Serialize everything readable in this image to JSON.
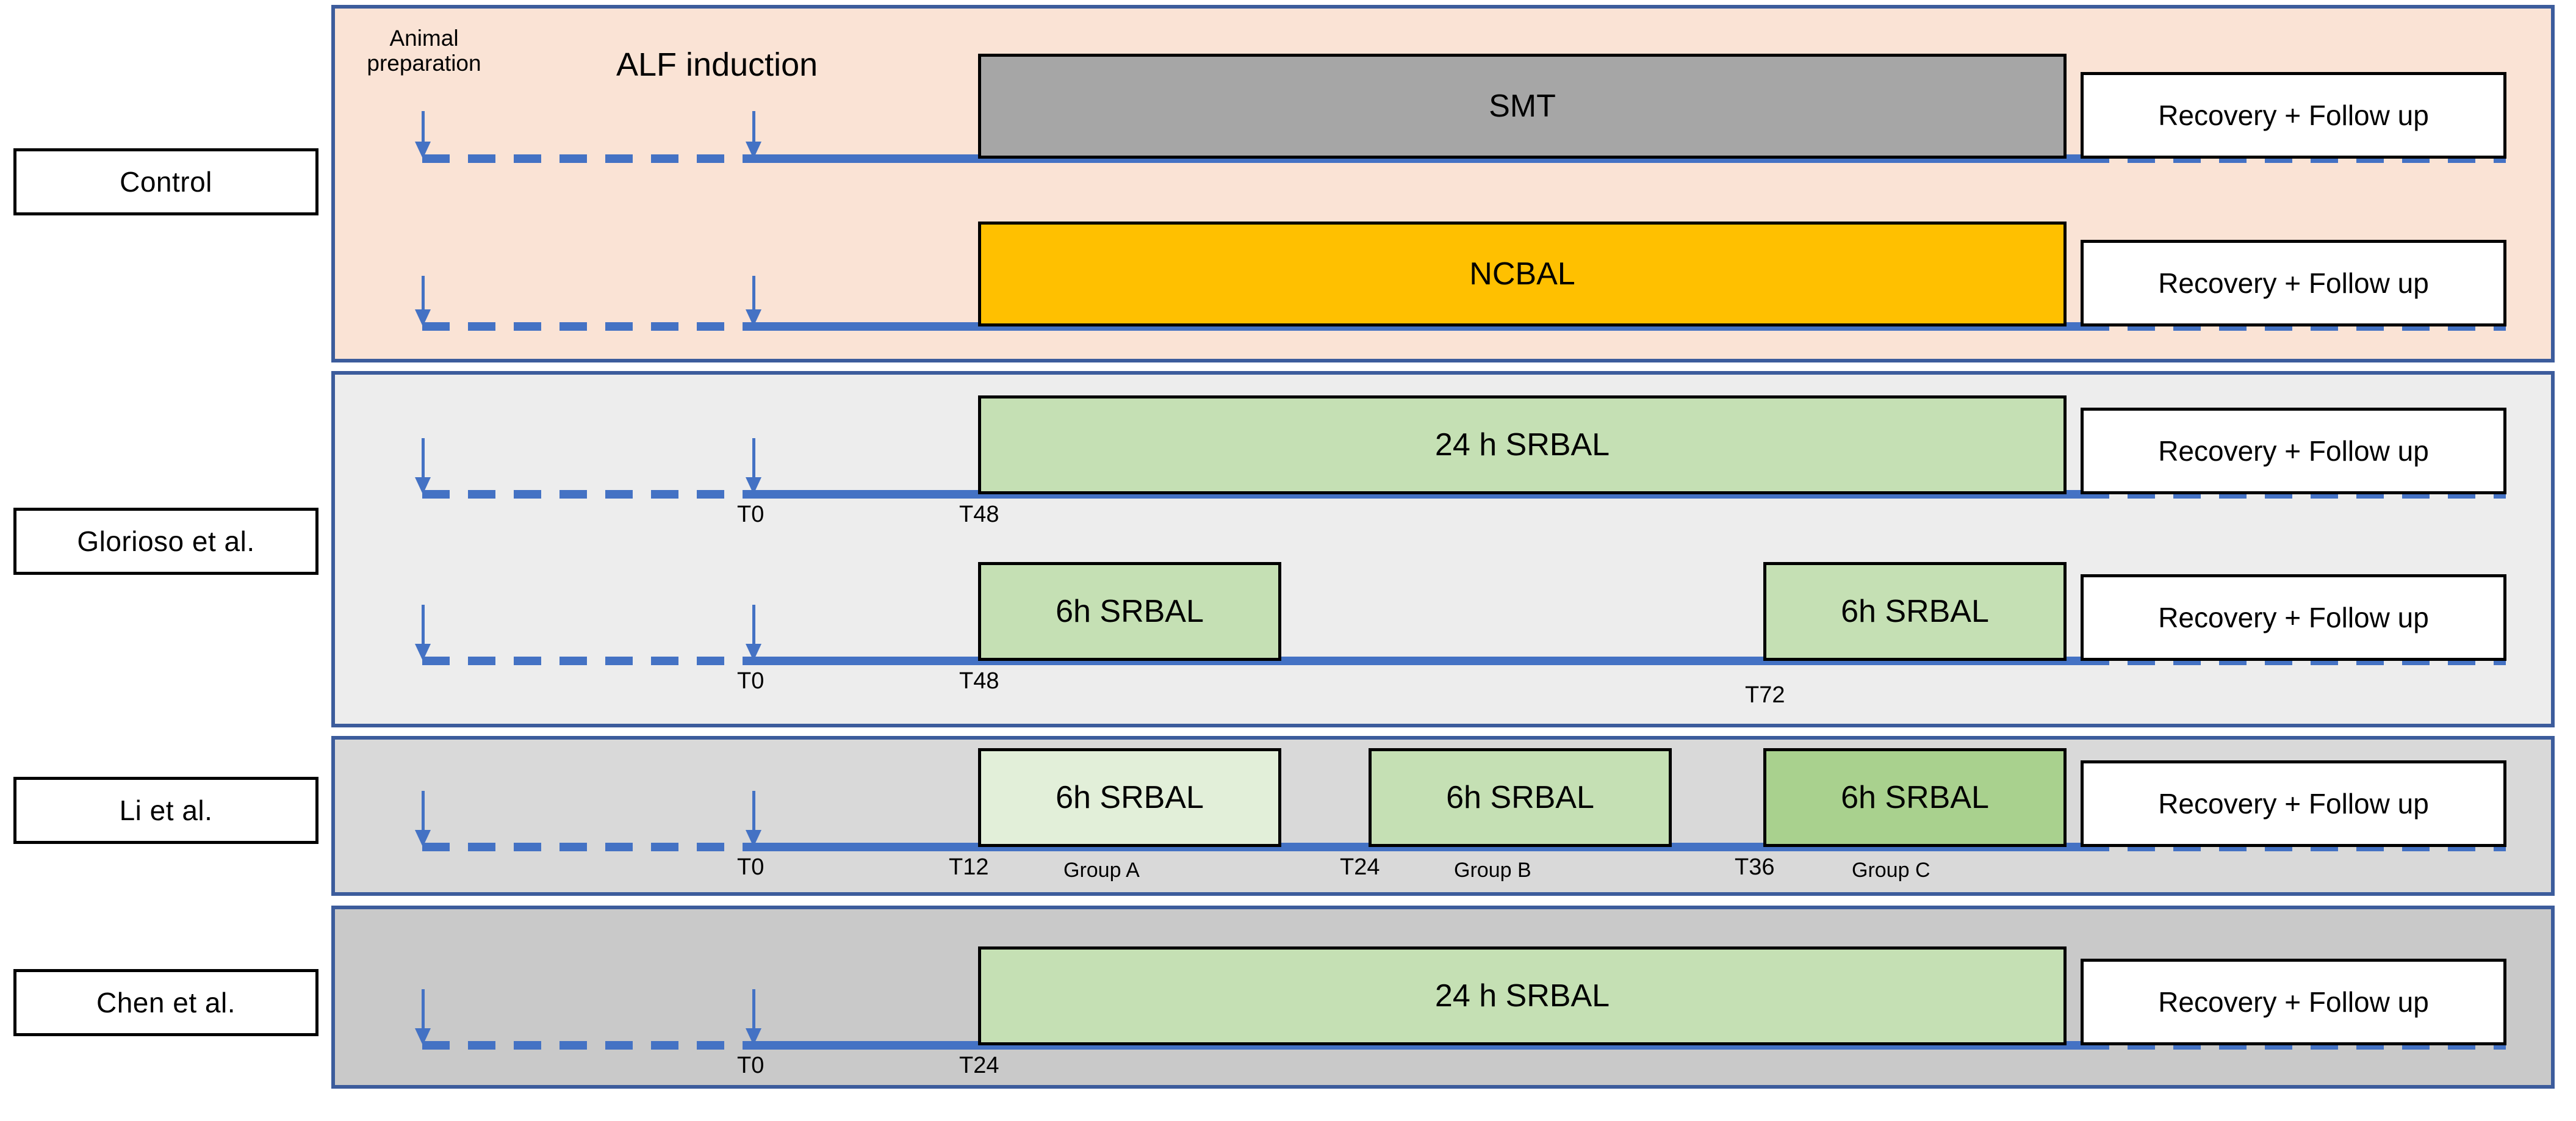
{
  "figure": {
    "kind": "experimental-timeline-schematic",
    "annotations": {
      "animal_preparation": "Animal\npreparation",
      "alf_induction": "ALF induction"
    },
    "colors": {
      "panel_border": "#3c5c9c",
      "timeline": "#4472c4",
      "control_panel_bg": "#fae3d5",
      "glorioso_panel_bg": "#ededed",
      "li_panel_bg": "#d9d9d9",
      "chen_panel_bg": "#c9c9c9",
      "smt_bar": "#a6a6a6",
      "ncbal_bar": "#ffc000",
      "srbal_light": "#e2efd9",
      "srbal_mid": "#c5e0b4",
      "srbal_dark": "#a9d18e",
      "recovery_bar": "#ffffff",
      "bar_outline": "#000000"
    }
  },
  "groups": [
    {
      "id": "control",
      "label": "Control",
      "rows": [
        {
          "id": "control-smt",
          "bars": [
            {
              "label": "SMT",
              "style": "smt"
            },
            {
              "label": "Recovery + Follow up",
              "style": "recovery"
            }
          ],
          "ticks": [],
          "group_tags": []
        },
        {
          "id": "control-ncbal",
          "bars": [
            {
              "label": "NCBAL",
              "style": "ncbal"
            },
            {
              "label": "Recovery + Follow up",
              "style": "recovery"
            }
          ],
          "ticks": [],
          "group_tags": []
        }
      ]
    },
    {
      "id": "glorioso",
      "label": "Glorioso et al.",
      "rows": [
        {
          "id": "glorioso-24h",
          "bars": [
            {
              "label": "24 h SRBAL",
              "style": "srbal-mid"
            },
            {
              "label": "Recovery + Follow up",
              "style": "recovery"
            }
          ],
          "ticks": [
            "T0",
            "T48"
          ],
          "group_tags": []
        },
        {
          "id": "glorioso-6h-x2",
          "bars": [
            {
              "label": "6h SRBAL",
              "style": "srbal-mid"
            },
            {
              "label": "6h SRBAL",
              "style": "srbal-mid"
            },
            {
              "label": "Recovery + Follow up",
              "style": "recovery"
            }
          ],
          "ticks": [
            "T0",
            "T48",
            "T72"
          ],
          "group_tags": []
        }
      ]
    },
    {
      "id": "li",
      "label": "Li et al.",
      "rows": [
        {
          "id": "li-6h-x3",
          "bars": [
            {
              "label": "6h SRBAL",
              "style": "srbal-light"
            },
            {
              "label": "6h SRBAL",
              "style": "srbal-mid"
            },
            {
              "label": "6h SRBAL",
              "style": "srbal-dark"
            },
            {
              "label": "Recovery + Follow up",
              "style": "recovery"
            }
          ],
          "ticks": [
            "T0",
            "T12",
            "T24",
            "T36"
          ],
          "group_tags": [
            "Group A",
            "Group B",
            "Group C"
          ]
        }
      ]
    },
    {
      "id": "chen",
      "label": "Chen et al.",
      "rows": [
        {
          "id": "chen-24h",
          "bars": [
            {
              "label": "24 h SRBAL",
              "style": "srbal-mid"
            },
            {
              "label": "Recovery + Follow up",
              "style": "recovery"
            }
          ],
          "ticks": [
            "T0",
            "T24"
          ],
          "group_tags": []
        }
      ]
    }
  ]
}
